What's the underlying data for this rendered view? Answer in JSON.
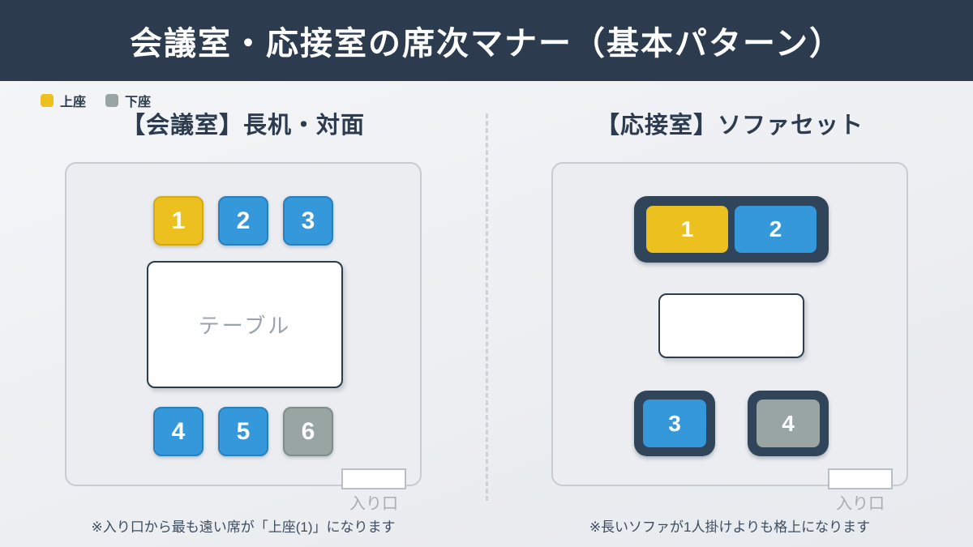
{
  "header": {
    "title": "会議室・応接室の席次マナー（基本パターン）"
  },
  "legend": {
    "kamiza": {
      "label": "上座"
    },
    "shimoza": {
      "label": "下座"
    }
  },
  "colors": {
    "navy": "#2c3b4e",
    "sofa-navy": "#31455a",
    "kamiza": "#ecc11f",
    "kamiza-border": "#d5a914",
    "seat-blue": "#3598db",
    "seat-blue-border": "#2a80bd",
    "shimoza": "#98a5a3",
    "shimoza-border": "#7e8c8a",
    "card-border": "#c7ccd2",
    "note": "#3d4d5f"
  },
  "left_panel": {
    "title": "【会議室】長机・対面",
    "seats_top": [
      {
        "num": "1",
        "type": "kamiza"
      },
      {
        "num": "2",
        "type": "blue"
      },
      {
        "num": "3",
        "type": "blue"
      }
    ],
    "table_label": "テーブル",
    "seats_bottom": [
      {
        "num": "4",
        "type": "blue"
      },
      {
        "num": "5",
        "type": "blue"
      },
      {
        "num": "6",
        "type": "shimoza"
      }
    ],
    "entrance_label": "入り口",
    "note": "※入り口から最も遠い席が「上座(1)」になります"
  },
  "right_panel": {
    "title": "【応接室】ソファセット",
    "sofa_seats": [
      {
        "num": "1",
        "type": "kamiza"
      },
      {
        "num": "2",
        "type": "blue"
      }
    ],
    "chairs": [
      {
        "num": "3",
        "type": "blue"
      },
      {
        "num": "4",
        "type": "shimoza"
      }
    ],
    "entrance_label": "入り口",
    "note": "※長いソファが1人掛けよりも格上になります"
  }
}
